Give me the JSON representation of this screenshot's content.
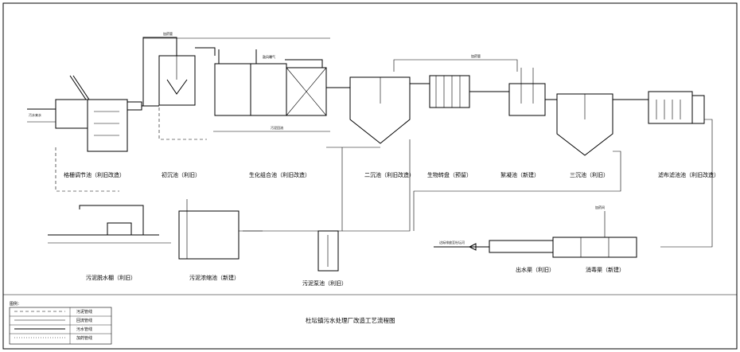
{
  "title": "杜坛镇污水处理厂改造工艺流程图",
  "units": {
    "screen": "格栅调节池（利旧改造）",
    "primary": "初沉池（利旧）",
    "bio": "生化组合池（利旧改造）",
    "secondary": "二沉池（利旧改造）",
    "rotating": "生物转盘（预留）",
    "coag": "絮凝池（新建）",
    "tertiary": "三沉池（利旧）",
    "filter": "滤布滤池池（利旧改造）",
    "dewater": "污泥脱水棚（利旧）",
    "thicken": "污泥浓缩池（新建）",
    "sludgepump": "污泥泵池（利旧）",
    "outlet": "出水渠（利旧）",
    "disinfect": "消毒渠（新建）"
  },
  "legend": {
    "heading": "图例：",
    "items": [
      "污泥管线",
      "回流管线",
      "污水管线",
      "加药管线"
    ]
  },
  "small_labels": {
    "inflow": "污水来水",
    "return": "污泥回流",
    "dosing1": "加药管",
    "dosing2": "加药管",
    "air": "鼓风曝气",
    "outflow": "达标排放至杜坛河",
    "dosing3": "加药间"
  },
  "colors": {
    "line": "#000000",
    "bg": "#ffffff"
  }
}
